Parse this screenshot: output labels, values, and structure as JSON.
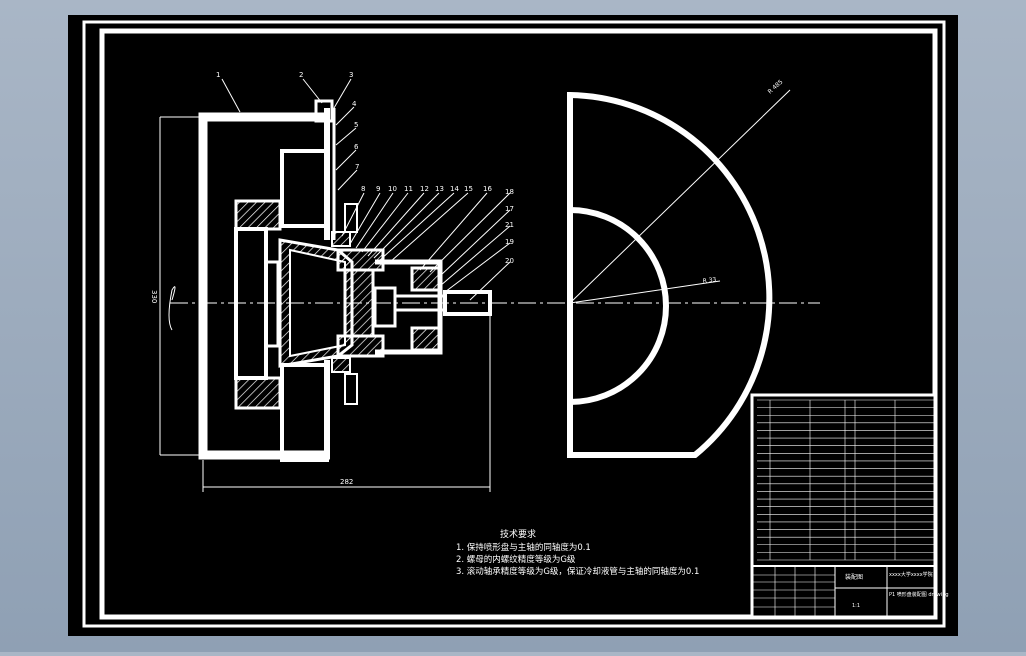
{
  "colors": {
    "viewport_bg": "#9aaabb",
    "paper": "#000000",
    "line": "#ffffff",
    "hatch": "#ffffff"
  },
  "drawing": {
    "part_numbers": [
      "1",
      "2",
      "3",
      "4",
      "5",
      "6",
      "7",
      "8",
      "9",
      "10",
      "11",
      "12",
      "13",
      "14",
      "15",
      "16",
      "18",
      "17",
      "21",
      "19",
      "20"
    ],
    "dimensions": {
      "height": "330",
      "width": "282",
      "outer_radius": "R 485",
      "inner_radius": "R 33"
    },
    "tech_requirements": {
      "title": "技术要求",
      "items": [
        "1. 保持喷形盘与主轴的同轴度为0.1",
        "2. 螺母的内螺纹精度等级为G级",
        "3. 滚动轴承精度等级为G级，保证冷却液管与主轴的同轴度为0.1"
      ]
    }
  },
  "title_block": {
    "title_cell": "装配图",
    "company": "xxxx大学xxxx学院",
    "drawing_no": "P1 喷形盘装配图 drawing",
    "ratio": "1:1"
  }
}
